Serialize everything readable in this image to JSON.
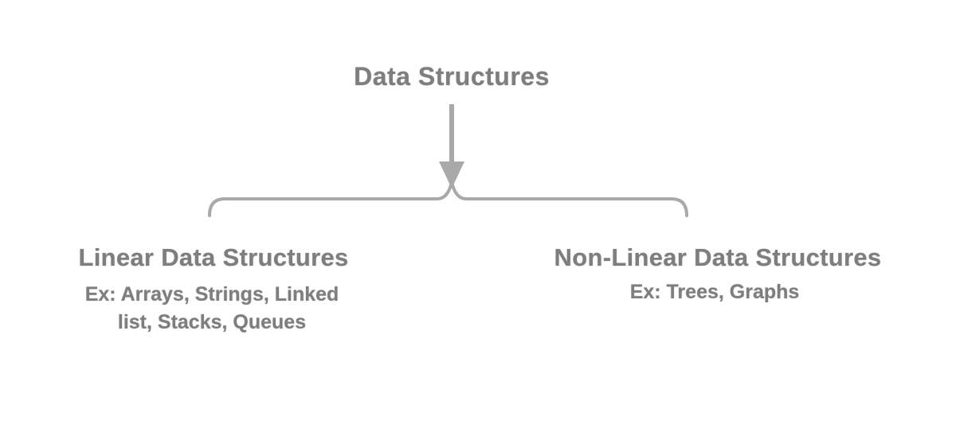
{
  "diagram": {
    "title": "Data Structures",
    "branches": {
      "linear": {
        "heading": "Linear Data Structures",
        "example_lines": [
          "Ex: Arrays, Strings, Linked",
          "list, Stacks, Queues"
        ]
      },
      "nonlinear": {
        "heading": "Non-Linear Data Structures",
        "example_lines": [
          "Ex: Trees, Graphs"
        ]
      }
    },
    "colors": {
      "text": "#7e7e7e",
      "line": "#a9a9a9",
      "background": "#ffffff"
    }
  }
}
